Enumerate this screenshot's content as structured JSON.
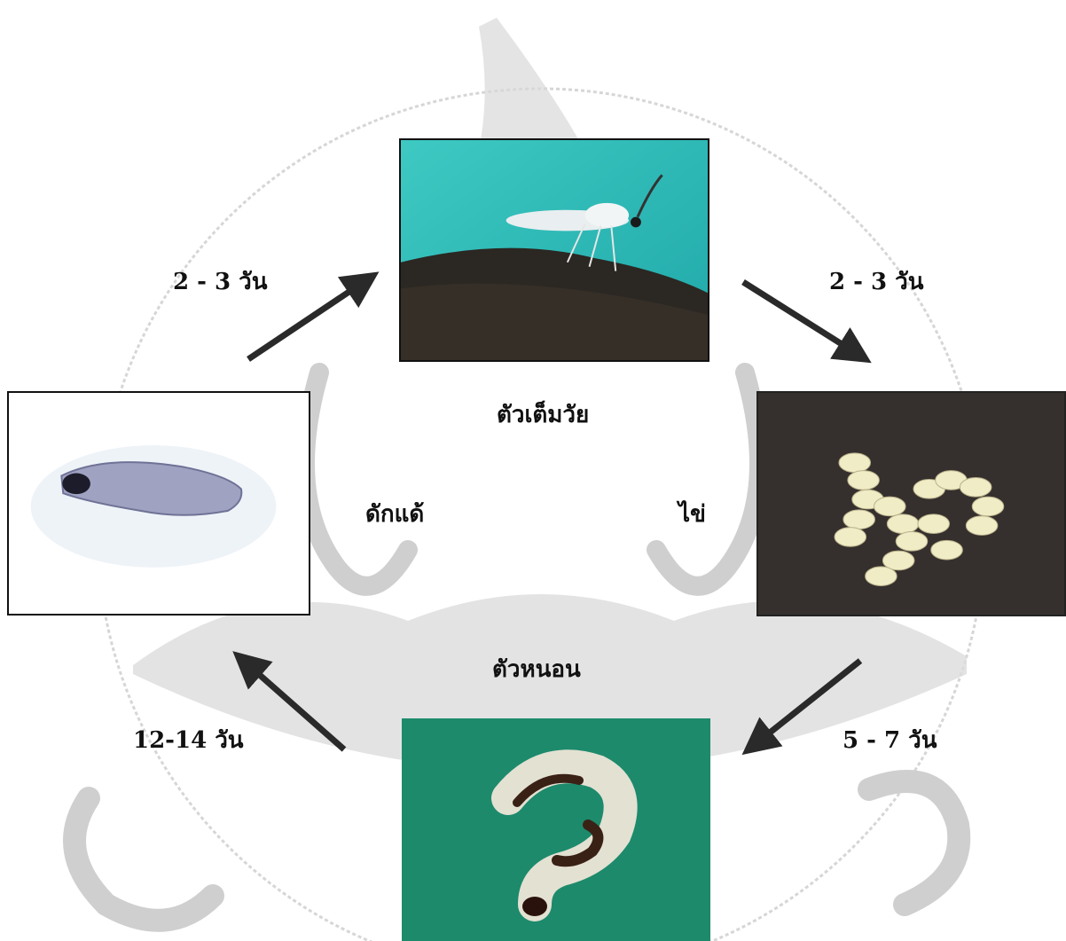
{
  "stages": {
    "adult": "ตัวเต็มวัย",
    "egg": "ไข่",
    "larva": "ตัวหนอน",
    "pupa": "ดักแด้"
  },
  "durations": {
    "pupa_to_adult": "2 - 3 วัน",
    "adult_to_egg": "2 - 3 วัน",
    "egg_to_larva": "5 - 7 วัน",
    "larva_to_pupa": "12-14 วัน"
  },
  "colors": {
    "arrow": "#2a2a2a",
    "watermark": "#c9c9c9"
  }
}
